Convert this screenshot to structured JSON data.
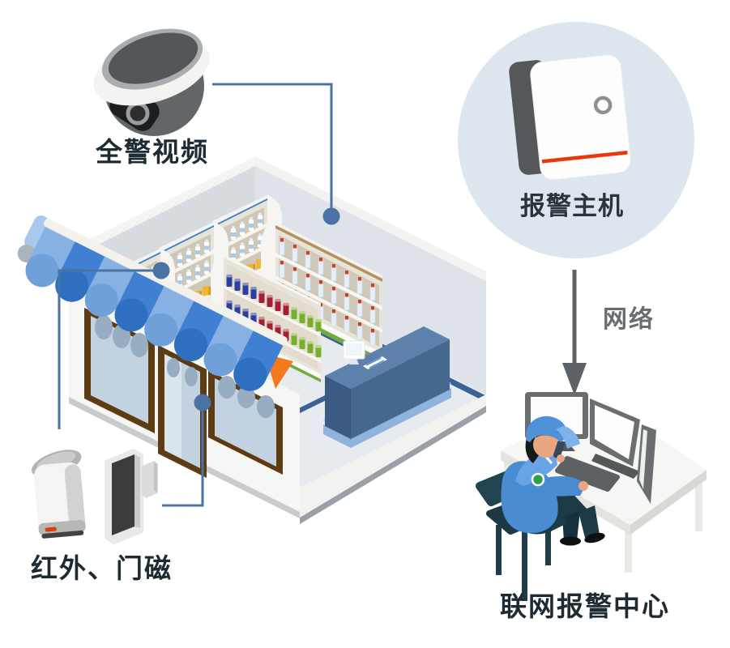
{
  "diagram": {
    "labels": {
      "camera": "全警视频",
      "alarm_host": "报警主机",
      "network": "网络",
      "sensors": "红外、门磁",
      "monitoring_center": "联网报警中心"
    },
    "colors": {
      "background": "#ffffff",
      "connector_line": "#4a72a2",
      "network_arrow": "#5c6266",
      "host_circle_bg": "#dde6ef",
      "label_dark": "#1e2b33",
      "label_gray": "#666d73",
      "awning_light_blue": "#87b1e2",
      "awning_dark_blue": "#3f80d2",
      "storefront_accent_orange": "#f4791f",
      "alarm_host_red_stripe": "#e8380b",
      "operator_uniform_blue": "#4a8cd2"
    },
    "icons": {
      "camera": "dome-camera-icon",
      "alarm_host": "alarm-host-icon",
      "sensors": "pir-sensor-icon,door-magnet-icon",
      "network": "arrow-down-icon",
      "monitoring_center": "operator-desk-icon"
    }
  }
}
